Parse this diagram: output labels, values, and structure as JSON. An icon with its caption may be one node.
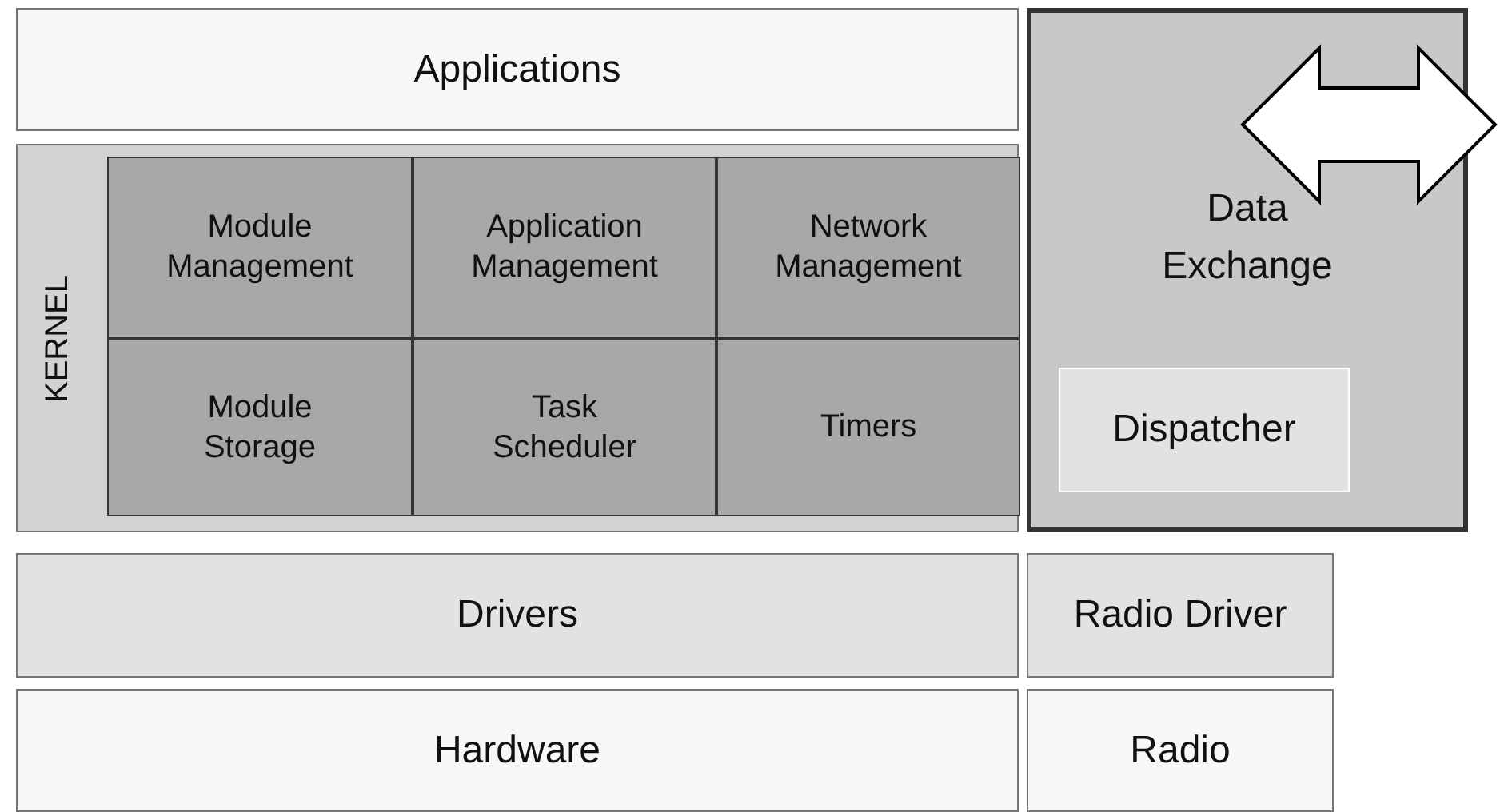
{
  "diagram": {
    "nodes": [
      {
        "text": [
          "Applications"
        ]
      },
      {
        "text": [
          "KERNEL"
        ]
      },
      {
        "text": [
          "Module Management"
        ],
        "in": 1
      },
      {
        "text": [
          "Application Management"
        ],
        "in": 1
      },
      {
        "text": [
          "Network Management"
        ],
        "in": 1
      },
      {
        "text": [
          "Module Storage"
        ],
        "in": 1
      },
      {
        "text": [
          "Task Scheduler"
        ],
        "in": 1
      },
      {
        "text": [
          "Timers"
        ],
        "in": 1
      },
      {
        "text": [
          "Data Exchange"
        ]
      },
      {
        "text": [
          "Dispatcher"
        ],
        "in": 8
      },
      {
        "text": [
          "Drivers"
        ]
      },
      {
        "text": [
          "Radio Driver"
        ]
      },
      {
        "text": [
          "Hardware"
        ]
      },
      {
        "text": [
          "Radio"
        ]
      }
    ]
  }
}
